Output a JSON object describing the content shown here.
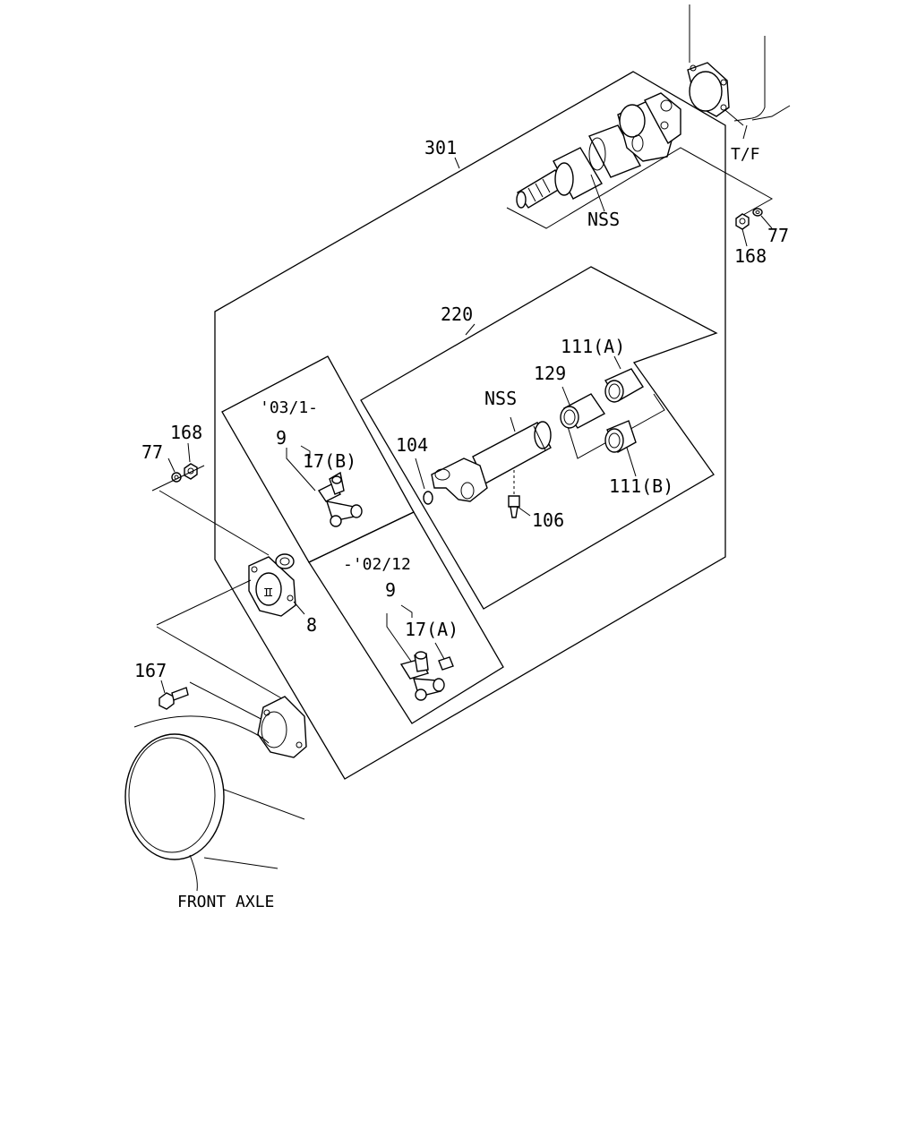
{
  "labels": {
    "p301": "301",
    "nss_top": "NSS",
    "tf": "T/F",
    "p77_right": "77",
    "p168_right": "168",
    "p220": "220",
    "p111a": "111(A)",
    "p129": "129",
    "nss_mid": "NSS",
    "p104": "104",
    "p106": "106",
    "p111b": "111(B)",
    "date_b": "'03/1-",
    "p9_b": "9",
    "p17b": "17(B)",
    "p168_left": "168",
    "p77_left": "77",
    "date_a": "-'02/12",
    "p9_a": "9",
    "p17a": "17(A)",
    "p8": "8",
    "p167": "167",
    "front_axle": "FRONT AXLE"
  }
}
